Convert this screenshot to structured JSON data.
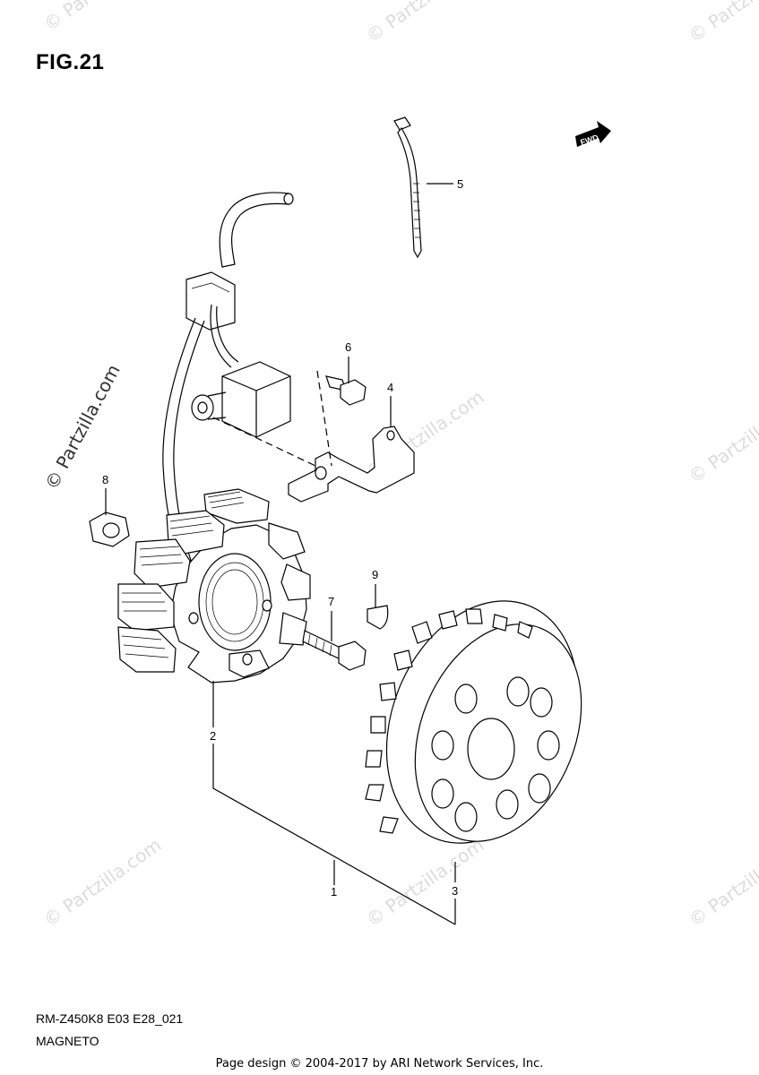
{
  "figure": {
    "title": "FIG.21",
    "model_code": "RM-Z450K8 E03 E28_021",
    "section_name": "MAGNETO",
    "page_credit": "Page design © 2004-2017 by ARI Network Services, Inc."
  },
  "direction_badge": {
    "label": "FWD"
  },
  "callouts": [
    {
      "id": "1",
      "label": "1"
    },
    {
      "id": "2",
      "label": "2"
    },
    {
      "id": "3",
      "label": "3"
    },
    {
      "id": "4",
      "label": "4"
    },
    {
      "id": "5",
      "label": "5"
    },
    {
      "id": "6",
      "label": "6"
    },
    {
      "id": "7",
      "label": "7"
    },
    {
      "id": "8",
      "label": "8"
    },
    {
      "id": "9",
      "label": "9"
    }
  ],
  "watermark": {
    "text": "© Partzilla.com"
  }
}
